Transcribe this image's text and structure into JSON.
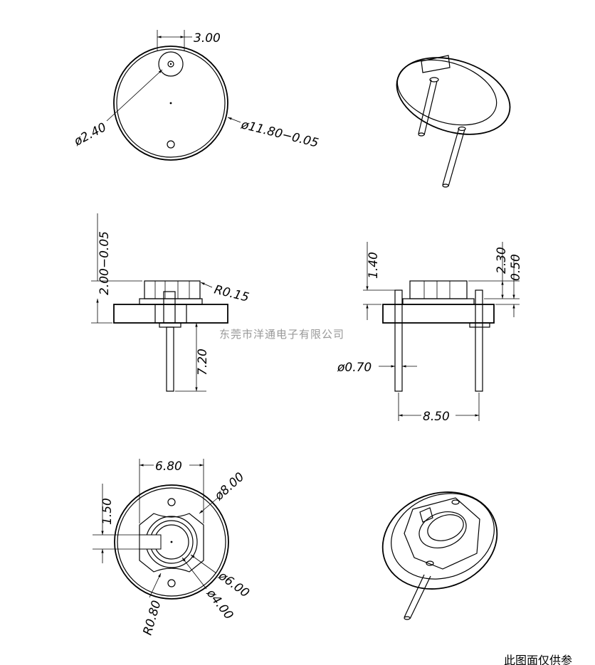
{
  "top_view": {
    "dim_top": "3.00",
    "dim_hole": "ø2.40",
    "dim_outer": "ø11.80−0.05"
  },
  "side_view_left": {
    "dim_height": "2.00−0.05",
    "dim_radius": "R0.15",
    "dim_pin": "7.20"
  },
  "side_view_right": {
    "dim_top": "1.40",
    "dim_a": "2.30",
    "dim_b": "0.50",
    "dim_pin_dia": "ø0.70",
    "dim_spacing": "8.50"
  },
  "bottom_view": {
    "dim_width": "6.80",
    "dim_outer": "ø8.00",
    "dim_side": "1.50",
    "dim_mid": "ø6.00",
    "dim_inner": "ø4.00",
    "dim_radius": "R0.80"
  },
  "watermark": "东莞市洋通电子有限公司",
  "footer_note": "此图面仅供参"
}
